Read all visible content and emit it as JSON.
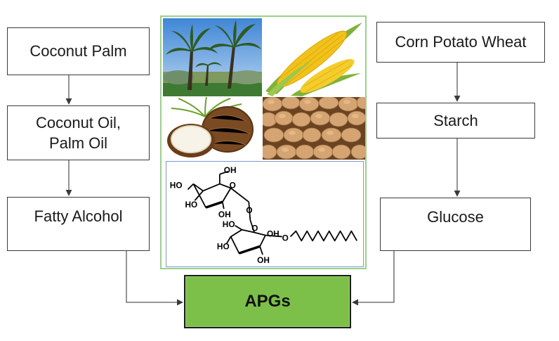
{
  "left_column": {
    "source": "Coconut Palm",
    "oils": [
      "Coconut Oil,",
      "Palm Oil"
    ],
    "alcohol": "Fatty Alcohol"
  },
  "right_column": {
    "source": "Corn Potato Wheat",
    "starch": "Starch",
    "sugar": "Glucose"
  },
  "product": "APGs",
  "structure_labels": [
    "OH",
    "HO",
    "HO",
    "OH",
    "O",
    "O",
    "HO",
    "O",
    "HO",
    "OH",
    "OH",
    "O"
  ],
  "colors": {
    "product_fill": "#7cc04a",
    "panel_border": "#9ccf8d",
    "line": "#5a5a5a",
    "box_border": "#3a3a3a"
  },
  "icons": [
    "palm-trees-photo",
    "corn-photo",
    "coconut-photo",
    "potatoes-photo",
    "alkyl-glucoside-structure-icon"
  ]
}
